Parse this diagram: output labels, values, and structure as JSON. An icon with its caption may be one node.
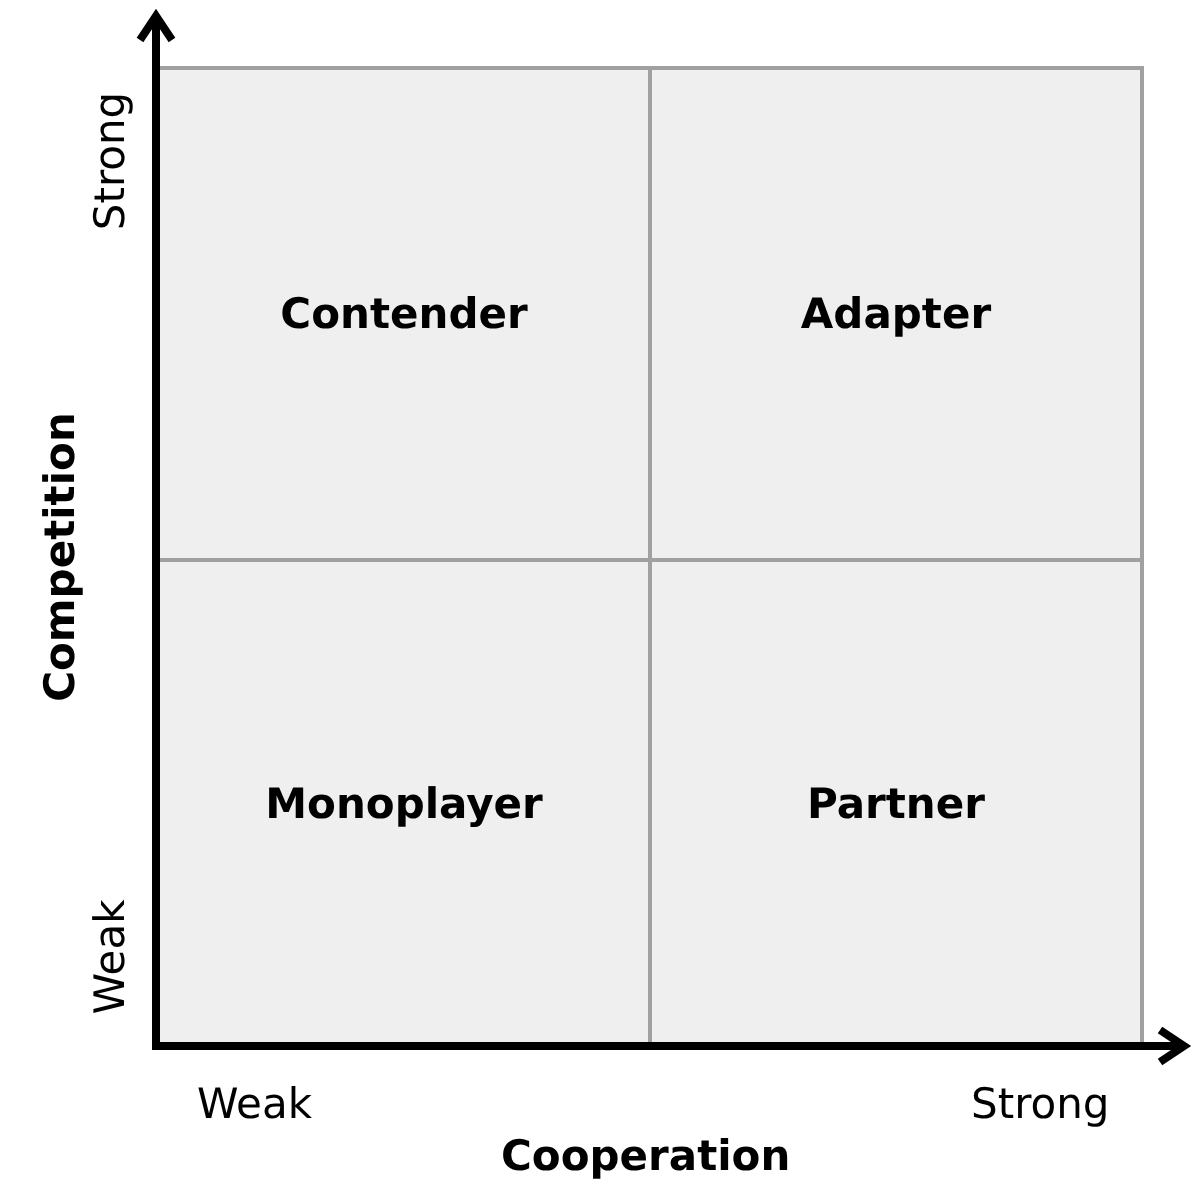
{
  "diagram": {
    "nodes": [
      {
        "text": [
          "Contender"
        ]
      },
      {
        "text": [
          "Adapter"
        ]
      },
      {
        "text": [
          "Monoplayer"
        ]
      },
      {
        "text": [
          "Partner"
        ]
      }
    ],
    "labels": [
      "Strong",
      "Competition",
      "Weak",
      "Weak",
      "Strong",
      "Cooperation"
    ]
  }
}
